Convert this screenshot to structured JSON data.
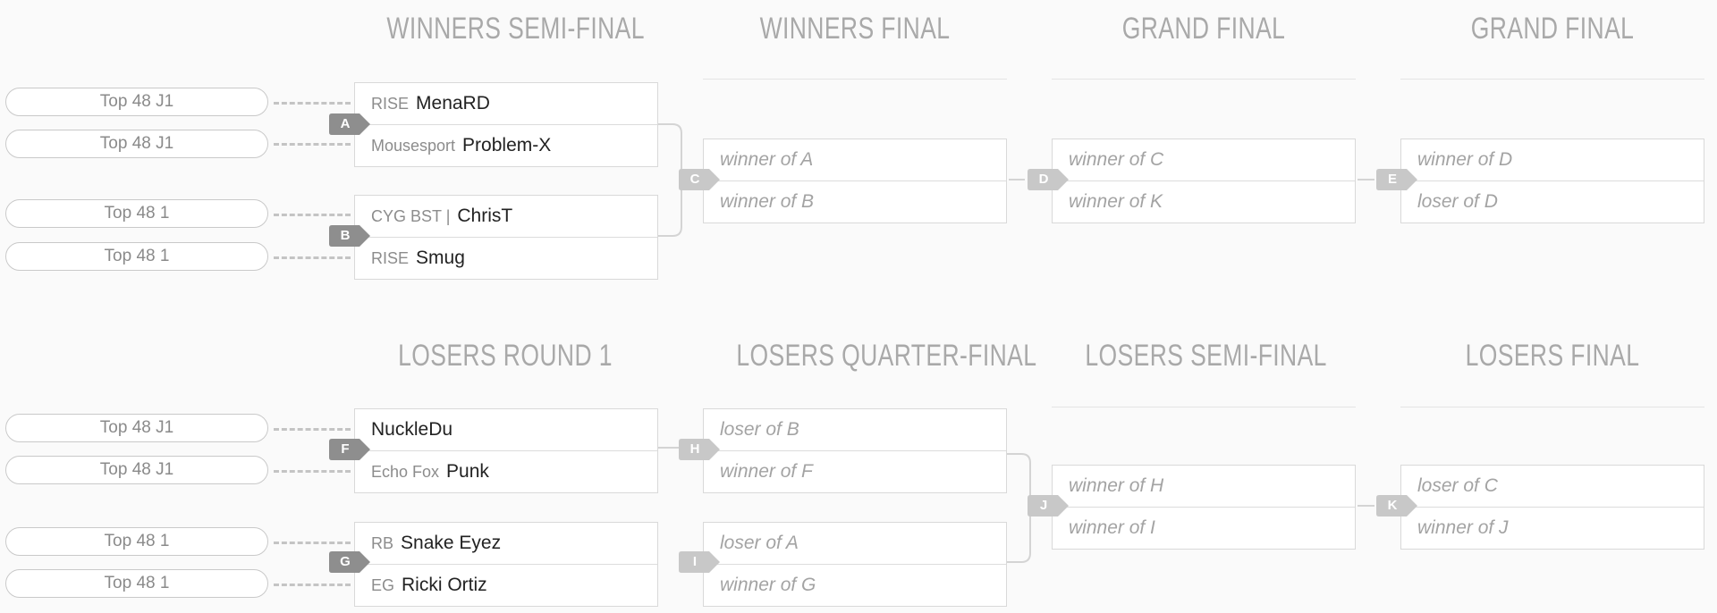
{
  "headers": {
    "winners_semi": "WINNERS SEMI-FINAL",
    "winners_final": "WINNERS FINAL",
    "grand_final_1": "GRAND FINAL",
    "grand_final_2": "GRAND FINAL",
    "losers_r1": "LOSERS ROUND 1",
    "losers_qf": "LOSERS QUARTER-FINAL",
    "losers_sf": "LOSERS SEMI-FINAL",
    "losers_final": "LOSERS FINAL"
  },
  "sources": {
    "a1": "Top 48 J1",
    "a2": "Top 48 J1",
    "b1": "Top 48 1",
    "b2": "Top 48 1",
    "f1": "Top 48 J1",
    "f2": "Top 48 J1",
    "g1": "Top 48 1",
    "g2": "Top 48 1"
  },
  "matches": {
    "A": {
      "label": "A",
      "p1_team": "RISE",
      "p1_name": "MenaRD",
      "p2_team": "Mousesport",
      "p2_name": "Problem-X"
    },
    "B": {
      "label": "B",
      "p1_team": "CYG BST |",
      "p1_name": "ChrisT",
      "p2_team": "RISE",
      "p2_name": "Smug"
    },
    "C": {
      "label": "C",
      "p1": "winner of A",
      "p2": "winner of B"
    },
    "D": {
      "label": "D",
      "p1": "winner of C",
      "p2": "winner of K"
    },
    "E": {
      "label": "E",
      "p1": "winner of D",
      "p2": "loser of D"
    },
    "F": {
      "label": "F",
      "p1_team": "",
      "p1_name": "NuckleDu",
      "p2_team": "Echo Fox",
      "p2_name": "Punk"
    },
    "G": {
      "label": "G",
      "p1_team": "RB",
      "p1_name": "Snake Eyez",
      "p2_team": "EG",
      "p2_name": "Ricki Ortiz"
    },
    "H": {
      "label": "H",
      "p1": "loser of B",
      "p2": "winner of F"
    },
    "I": {
      "label": "I",
      "p1": "loser of A",
      "p2": "winner of G"
    },
    "J": {
      "label": "J",
      "p1": "winner of H",
      "p2": "winner of I"
    },
    "K": {
      "label": "K",
      "p1": "loser of C",
      "p2": "winner of J"
    }
  },
  "colors": {
    "badge_active": "#8e8e8e",
    "badge_pending": "#c8c8c8",
    "header": "#a9a9a9"
  }
}
